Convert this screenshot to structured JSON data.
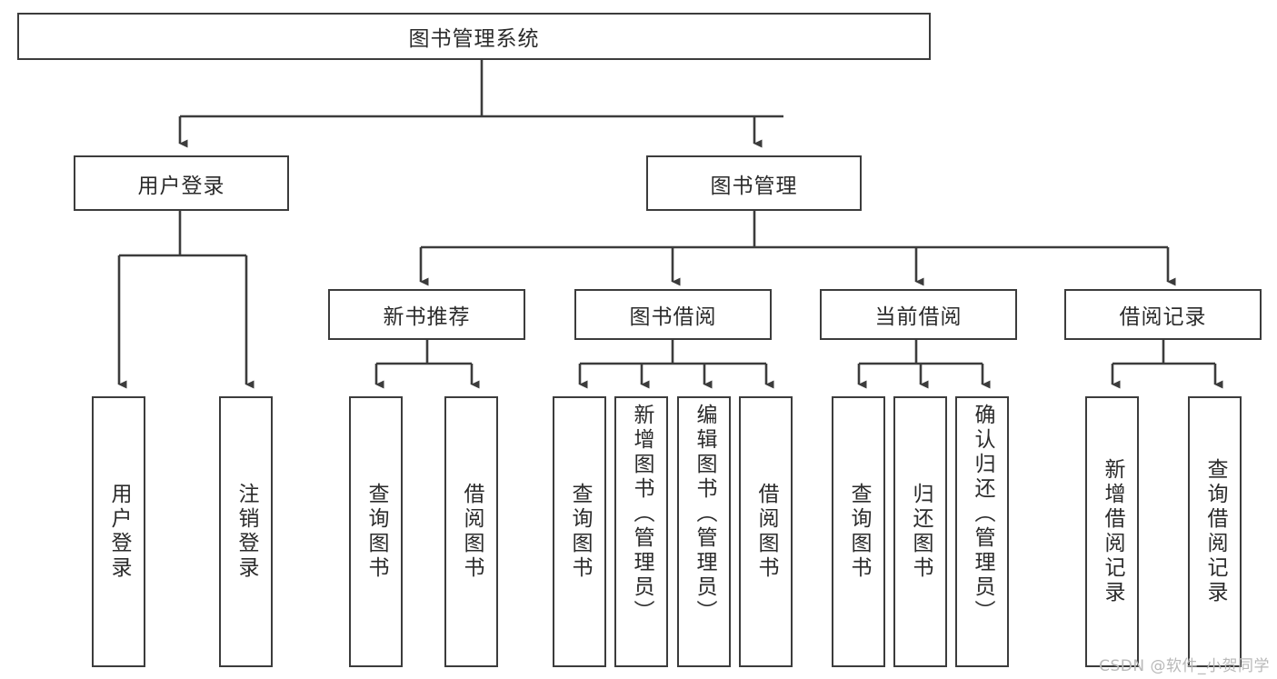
{
  "diagram": {
    "title": "图书管理系统",
    "type": "tree-hierarchy-diagram",
    "colors": {
      "box_border": "#3c3c3c",
      "connector": "#3c3c3c",
      "background": "#ffffff",
      "text": "#2b2b2b",
      "watermark": "#b9b9b9"
    },
    "root": {
      "label": "图书管理系统"
    },
    "level2": [
      {
        "label": "用户登录"
      },
      {
        "label": "图书管理"
      }
    ],
    "level3": [
      {
        "label": "新书推荐"
      },
      {
        "label": "图书借阅"
      },
      {
        "label": "当前借阅"
      },
      {
        "label": "借阅记录"
      }
    ],
    "leaves": {
      "user_login": [
        {
          "label": "用户登录"
        },
        {
          "label": "注销登录"
        }
      ],
      "new_book_recommend": [
        {
          "label": "查询图书"
        },
        {
          "label": "借阅图书"
        }
      ],
      "book_borrow": [
        {
          "label": "查询图书"
        },
        {
          "label": "新增图书（管理员）"
        },
        {
          "label": "编辑图书（管理员）"
        },
        {
          "label": "借阅图书"
        }
      ],
      "current_borrow": [
        {
          "label": "查询图书"
        },
        {
          "label": "归还图书"
        },
        {
          "label": "确认归还（管理员）"
        }
      ],
      "borrow_record": [
        {
          "label": "新增借阅记录"
        },
        {
          "label": "查询借阅记录"
        }
      ]
    }
  },
  "watermark": {
    "text": "CSDN @软件_小贺同学"
  }
}
